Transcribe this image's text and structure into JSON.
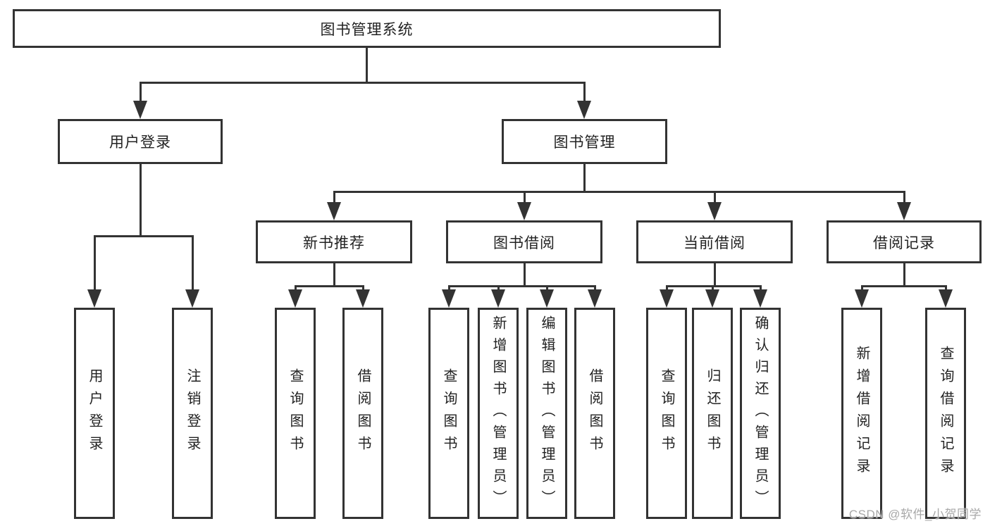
{
  "diagram": {
    "title": "图书管理系统",
    "root": {
      "label": "图书管理系统"
    },
    "branches": [
      {
        "label": "用户登录",
        "children": [
          {
            "label": "用户登录"
          },
          {
            "label": "注销登录"
          }
        ]
      },
      {
        "label": "图书管理",
        "children": [
          {
            "label": "新书推荐",
            "children": [
              {
                "label": "查询图书"
              },
              {
                "label": "借阅图书"
              }
            ]
          },
          {
            "label": "图书借阅",
            "children": [
              {
                "label": "查询图书"
              },
              {
                "label": "新增图书（管理员）"
              },
              {
                "label": "编辑图书（管理员）"
              },
              {
                "label": "借阅图书"
              }
            ]
          },
          {
            "label": "当前借阅",
            "children": [
              {
                "label": "查询图书"
              },
              {
                "label": "归还图书"
              },
              {
                "label": "确认归还（管理员）"
              }
            ]
          },
          {
            "label": "借阅记录",
            "children": [
              {
                "label": "新增借阅记录"
              },
              {
                "label": "查询借阅记录"
              }
            ]
          }
        ]
      }
    ]
  },
  "watermark": {
    "text": "CSDN @软件_小贺同学"
  },
  "colors": {
    "line": "#333333",
    "text": "#222222",
    "watermark": "#a8a8a8",
    "background": "#ffffff"
  }
}
